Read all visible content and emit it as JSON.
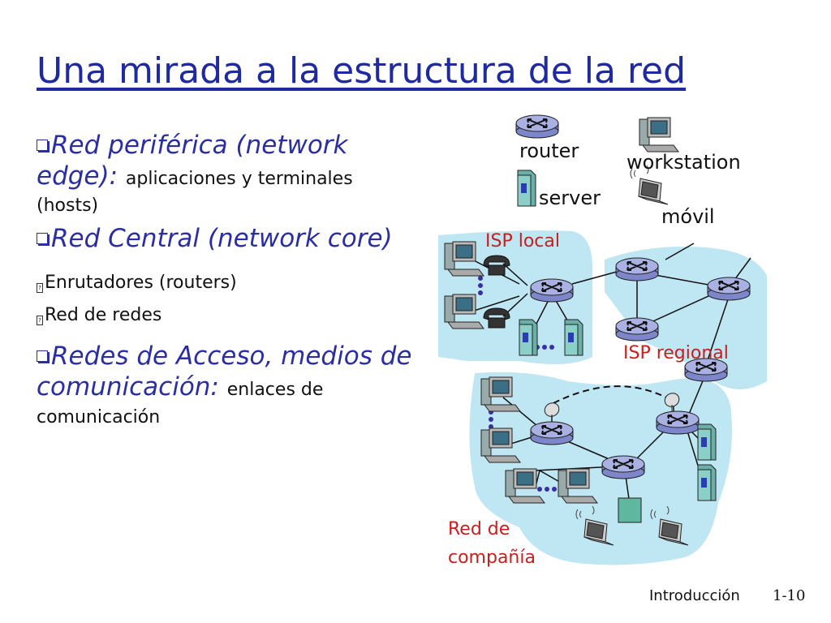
{
  "title": "Una mirada a la estructura de la red",
  "bullets": [
    {
      "heading": "Red periférica (network",
      "heading2": "edge):",
      "detail": "aplicaciones y terminales",
      "detail2": "(hosts)"
    },
    {
      "heading": "Red Central (network core)"
    },
    {
      "heading": "Redes de Acceso, medios de",
      "heading2": "comunicación:",
      "detail": "enlaces de",
      "detail2": "comunicación"
    }
  ],
  "subbullets": [
    "Enrutadores (routers)",
    "Red de redes"
  ],
  "legend": {
    "router": "router",
    "workstation": "workstation",
    "server": "server",
    "mobile": "móvil"
  },
  "regions": {
    "isp_local": "ISP local",
    "isp_regional": "ISP regional",
    "company_line1": "Red de",
    "company_line2": "compañía"
  },
  "footer": {
    "section": "Introducción",
    "page": "1-10"
  },
  "colors": {
    "title": "#1f2aa0",
    "bullet": "#2b2ea3",
    "region_label": "#c81e1e",
    "cloud": "#bfe6f3",
    "router": "#9aa3dc"
  },
  "icons": [
    "router-icon",
    "workstation-icon",
    "server-icon",
    "laptop-icon",
    "telephone-icon",
    "satellite-dish-icon"
  ]
}
